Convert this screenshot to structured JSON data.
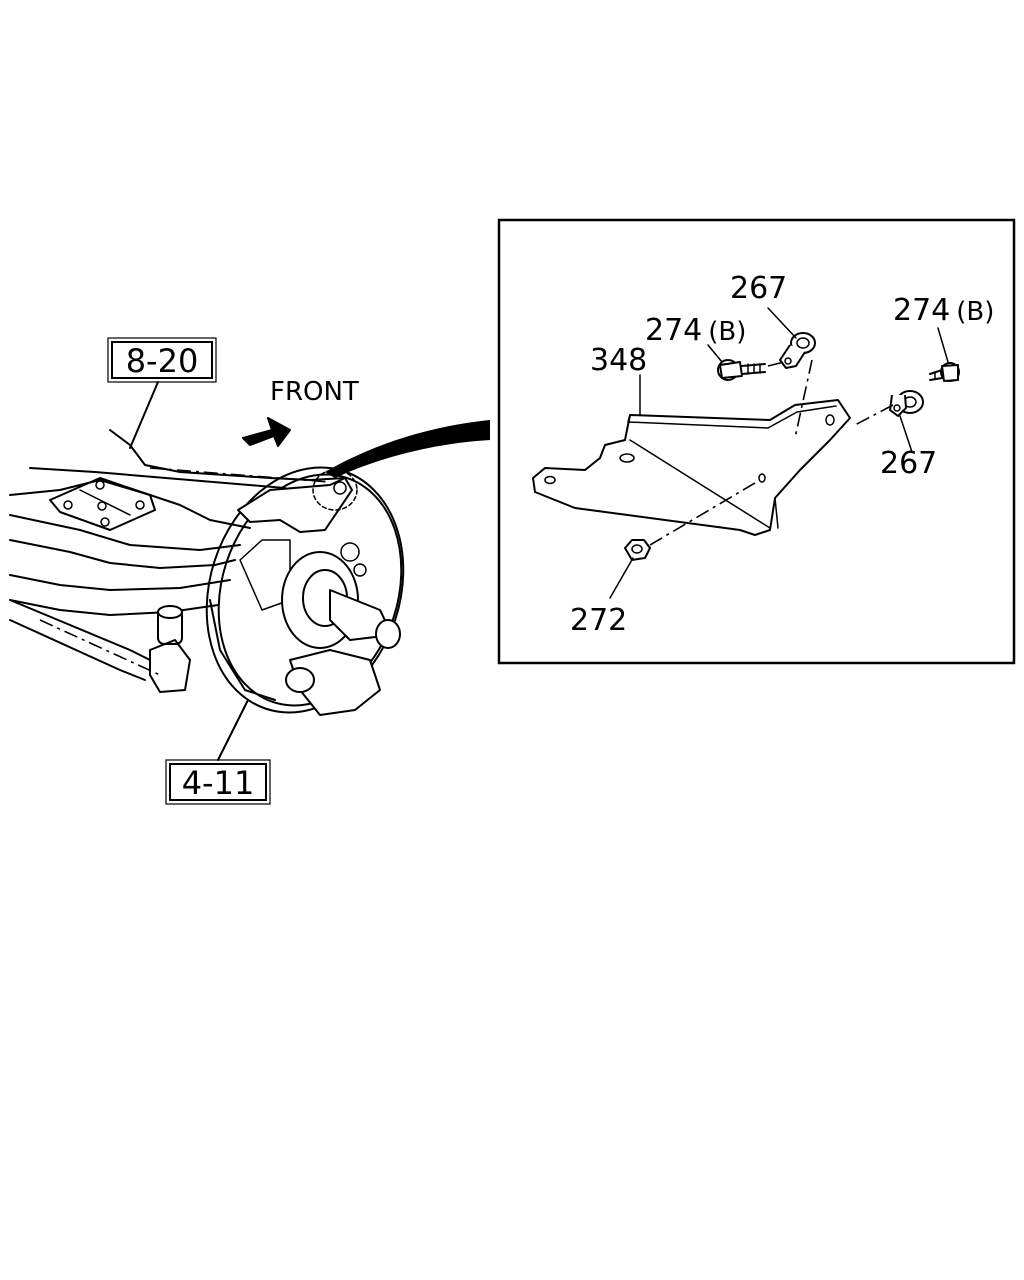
{
  "references": {
    "ref_8_20": "8-20",
    "ref_4_11": "4-11"
  },
  "direction_label": "FRONT",
  "callouts": {
    "bracket": "348",
    "clip_upper": "267",
    "clip_lower": "267",
    "bolt_left": "274",
    "bolt_left_suffix": "(B)",
    "bolt_right": "274",
    "bolt_right_suffix": "(B)",
    "nut": "272"
  }
}
